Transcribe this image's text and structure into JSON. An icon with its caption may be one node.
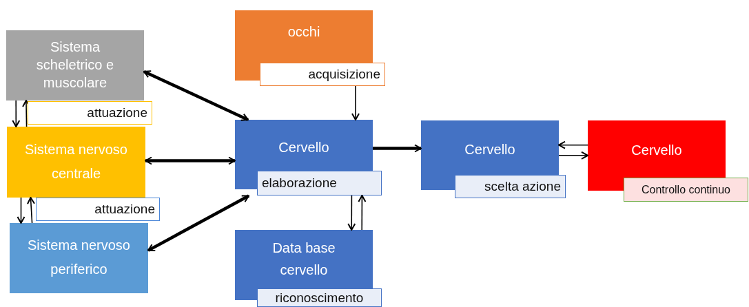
{
  "diagram": {
    "nodes": [
      {
        "text": [
          "Sistema scheletrico e muscolare"
        ]
      },
      {
        "text": [
          "attuazione"
        ]
      },
      {
        "text": [
          "Sistema nervoso centrale"
        ]
      },
      {
        "text": [
          "attuazione"
        ]
      },
      {
        "text": [
          "Sistema nervoso periferico"
        ]
      },
      {
        "text": [
          "occhi"
        ]
      },
      {
        "text": [
          "acquisizione"
        ]
      },
      {
        "text": [
          "Cervello"
        ]
      },
      {
        "text": [
          "elaborazione"
        ]
      },
      {
        "text": [
          "Data base cervello"
        ]
      },
      {
        "text": [
          "riconoscimento"
        ]
      },
      {
        "text": [
          "Cervello"
        ]
      },
      {
        "text": [
          "scelta azione"
        ]
      },
      {
        "text": [
          "Cervello"
        ]
      },
      {
        "text": [
          "Controllo continuo"
        ]
      }
    ],
    "edges": [
      {
        "from": 0,
        "to": 7,
        "arrow": "both",
        "style": "thick"
      },
      {
        "from": 0,
        "to": 2,
        "arrow": "to"
      },
      {
        "from": 2,
        "to": 0,
        "arrow": "to"
      },
      {
        "from": 2,
        "to": 7,
        "arrow": "both",
        "style": "thick"
      },
      {
        "from": 2,
        "to": 4,
        "arrow": "to"
      },
      {
        "from": 4,
        "to": 2,
        "arrow": "to"
      },
      {
        "from": 4,
        "to": 7,
        "arrow": "both",
        "style": "thick"
      },
      {
        "from": 6,
        "to": 7,
        "arrow": "to"
      },
      {
        "from": 8,
        "to": 9,
        "arrow": "to"
      },
      {
        "from": 9,
        "to": 8,
        "arrow": "to"
      },
      {
        "from": 7,
        "to": 11,
        "arrow": "to",
        "style": "thick"
      },
      {
        "from": 13,
        "to": 11,
        "arrow": "to"
      },
      {
        "from": 11,
        "to": 13,
        "arrow": "to"
      }
    ]
  }
}
